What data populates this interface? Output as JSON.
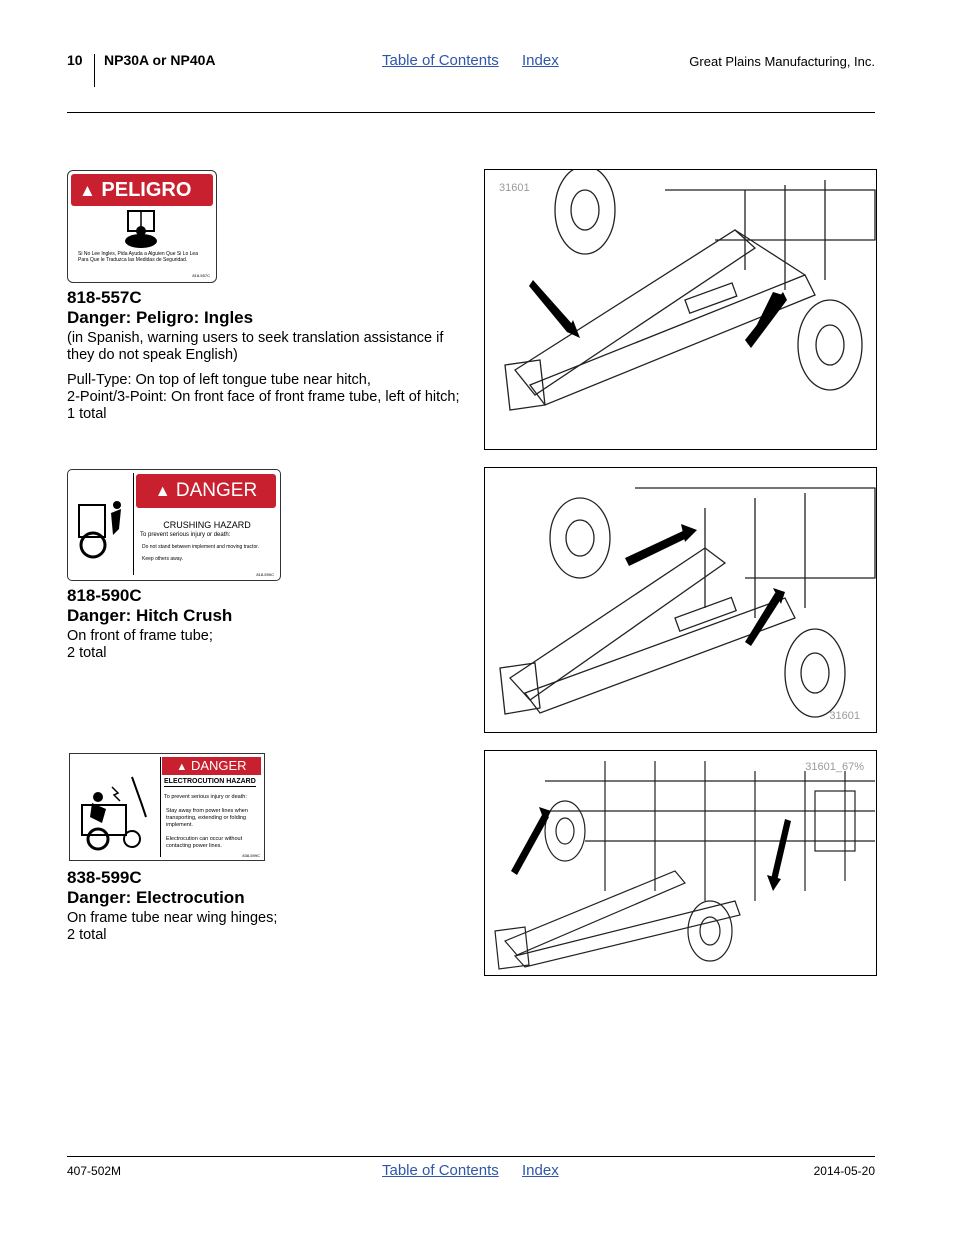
{
  "header": {
    "page_number": "10",
    "model": "NP30A or NP40A",
    "toc_link": "Table of Contents",
    "index_link": "Index",
    "company": "Great Plains Manufacturing, Inc."
  },
  "footer": {
    "doc_number": "407-502M",
    "toc_link": "Table of Contents",
    "index_link": "Index",
    "date": "2014-05-20"
  },
  "decals": [
    {
      "part_number": "818-557C",
      "name": "Danger: Peligro: Ingles",
      "notes": [
        "(in Spanish, warning users to seek translation assistance if they do not speak English)",
        "Pull-Type: On top of left tongue tube near hitch,",
        "2-Point/3-Point: On front face of front frame tube, left of hitch;",
        "1 total"
      ],
      "label_heading": "PELIGRO",
      "label_text": "Si No Lee Ingles, Pida Ayuda a Alguien Que Si Lo Lea Para Que le Traduzca las Medidas de Seguridad.",
      "label_code": "818-557C",
      "figure_id": "31601"
    },
    {
      "part_number": "818-590C",
      "name": "Danger: Hitch Crush",
      "notes": [
        "On front of frame tube;",
        "2 total"
      ],
      "label_heading": "DANGER",
      "label_hazard": "CRUSHING HAZARD",
      "label_sub": "To prevent serious injury or death:",
      "label_bullets": [
        "Do not stand between implement and moving tractor.",
        "Keep others away."
      ],
      "label_code": "818-590C",
      "figure_id": "31601"
    },
    {
      "part_number": "838-599C",
      "name": "Danger: Electrocution",
      "notes": [
        "On frame tube near wing hinges;",
        "2 total"
      ],
      "label_heading": "DANGER",
      "label_hazard": "ELECTROCUTION HAZARD",
      "label_sub": "To prevent serious injury or death:",
      "label_bullets": [
        "Stay away from power lines when transporting, extending or folding implement.",
        "Electrocution can occur without contacting power lines."
      ],
      "label_code": "838-599C",
      "figure_id": "31601_67%"
    }
  ],
  "colors": {
    "danger_red": "#c8202f",
    "link_blue": "#2f56a8"
  }
}
